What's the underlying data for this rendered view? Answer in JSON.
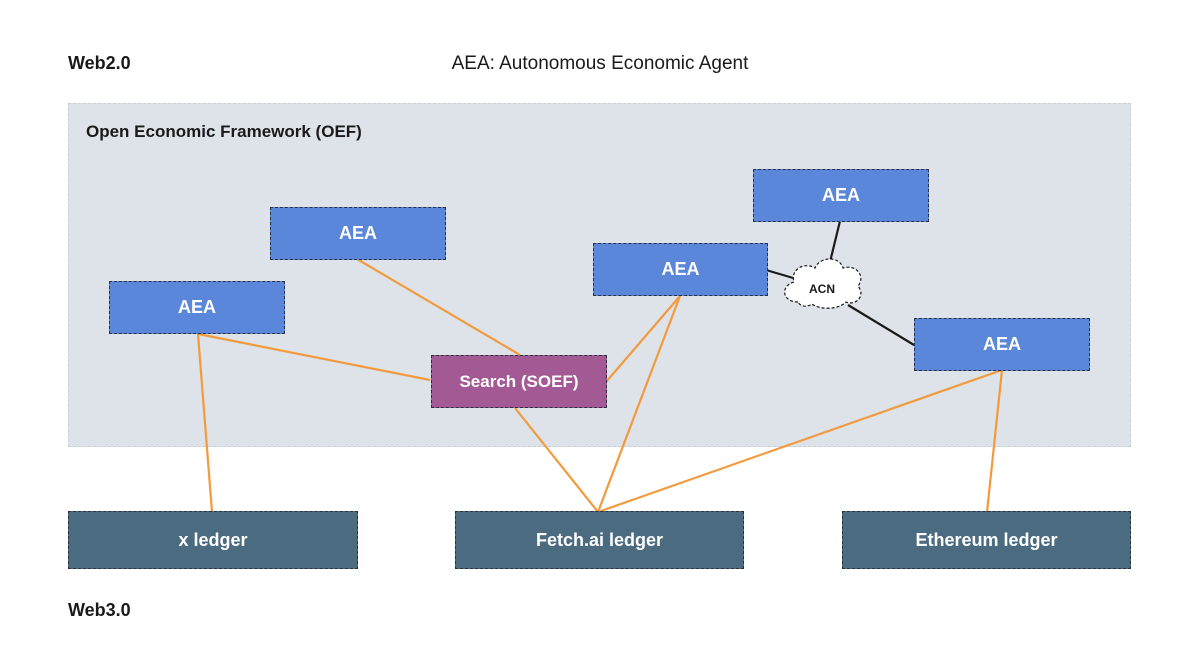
{
  "header": {
    "top_layer": "Web2.0",
    "title": "AEA: Autonomous Economic Agent"
  },
  "oef": {
    "title": "Open Economic Framework (OEF)"
  },
  "agents": [
    {
      "label": "AEA"
    },
    {
      "label": "AEA"
    },
    {
      "label": "AEA"
    },
    {
      "label": "AEA"
    },
    {
      "label": "AEA"
    }
  ],
  "search": {
    "label": "Search (SOEF)"
  },
  "acn": {
    "label": "ACN"
  },
  "ledgers": [
    {
      "label": "x ledger"
    },
    {
      "label": "Fetch.ai ledger"
    },
    {
      "label": "Ethereum ledger"
    }
  ],
  "footer": {
    "bottom_layer": "Web3.0"
  },
  "colors": {
    "agent": "#5a87d9",
    "search": "#a35a94",
    "ledger": "#4b6b81",
    "oef_background": "#dde3e8",
    "orange_link": "#f39a3d",
    "black_link": "#1a1a1a"
  }
}
